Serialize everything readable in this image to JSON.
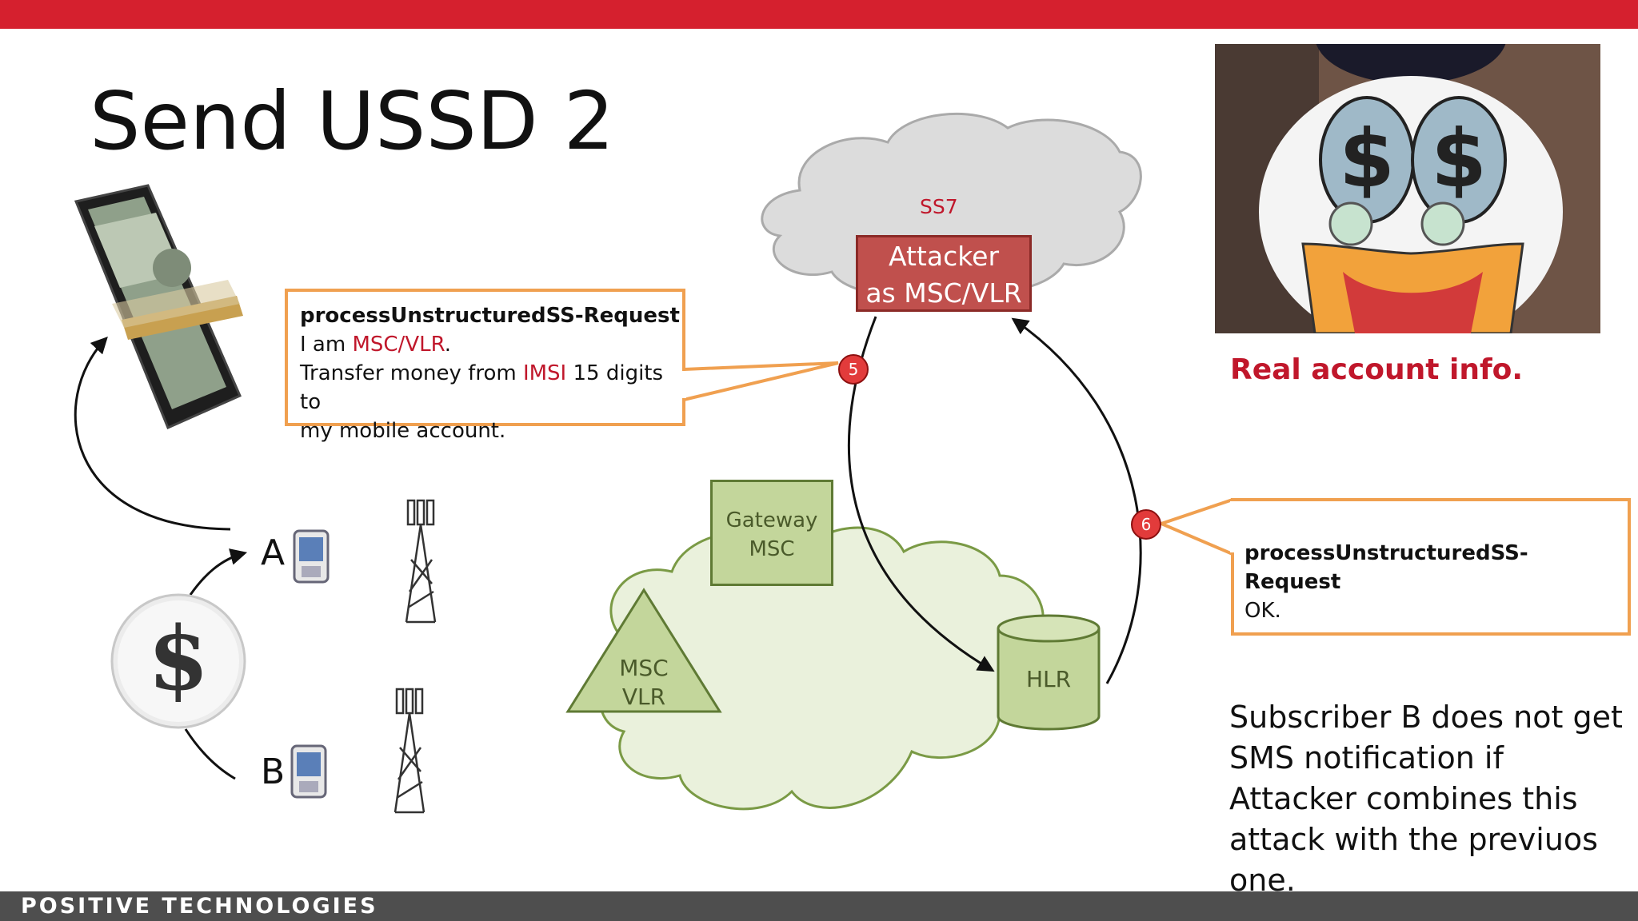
{
  "slide": {
    "title": "Send USSD 2",
    "brand": "POSITIVE TECHNOLOGIES"
  },
  "diagram": {
    "ss7_label": "SS7",
    "attacker_line1": "Attacker",
    "attacker_line2": "as MSC/VLR",
    "gateway_line1": "Gateway",
    "gateway_line2": "MSC",
    "msc_line1": "MSC",
    "msc_line2": "VLR",
    "hlr": "HLR",
    "sub_a": "A",
    "sub_b": "B",
    "step5": "5",
    "step6": "6"
  },
  "callout_request": {
    "heading": "processUnstructuredSS-Request",
    "l2_pre": "I am ",
    "l2_red": "MSC/VLR",
    "l2_post": ".",
    "l3_pre": "Transfer money from ",
    "l3_red": "IMSI",
    "l3_post": " 15 digits to",
    "l4": "my mobile account."
  },
  "callout_response": {
    "heading": "processUnstructuredSS-Request",
    "body": "OK."
  },
  "side": {
    "real_account": "Real account info.",
    "note": "Subscriber B does not get SMS notification if Attacker combines this attack with the previuos one."
  },
  "colors": {
    "accent_red": "#d5202e",
    "callout_border": "#f0a050",
    "green_fill": "#c3d69b",
    "green_stroke": "#5f7a34",
    "attacker_fill": "#c0504d"
  },
  "icons": [
    "smartphone-money-icon",
    "dollar-coin-icon",
    "mobile-phone-icon",
    "cell-tower-icon",
    "cartoon-duck-picture"
  ]
}
